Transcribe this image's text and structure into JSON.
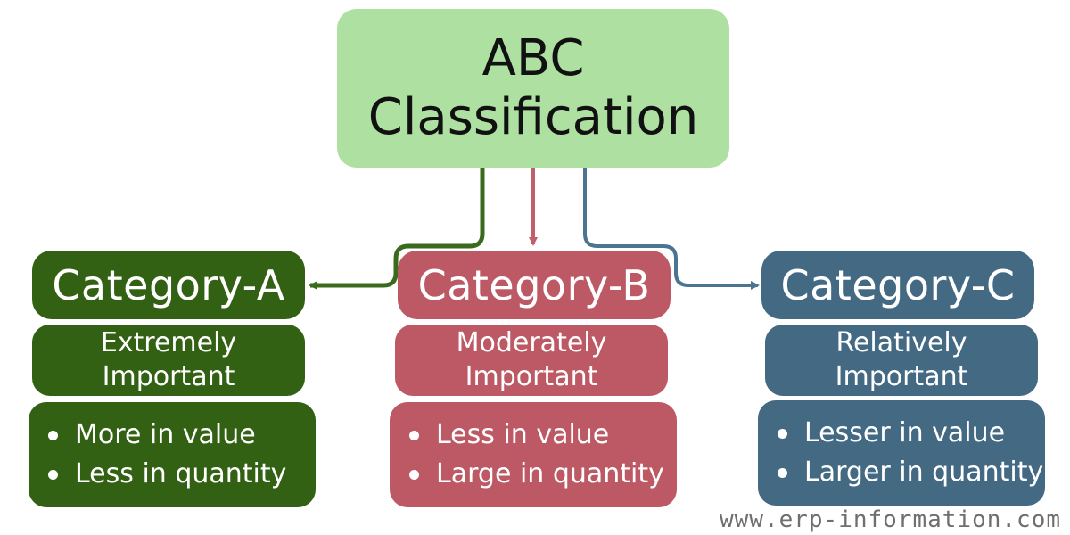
{
  "root": {
    "lines": [
      "ABC",
      "Classification"
    ],
    "color": "#aee0a2"
  },
  "categories": [
    {
      "title": "Category-A",
      "importance": [
        "Extremely",
        "Important"
      ],
      "bullets": [
        "More in value",
        "Less in quantity"
      ],
      "color": "#336114",
      "connector_color": "#3a6a1c"
    },
    {
      "title": "Category-B",
      "importance": [
        "Moderately",
        "Important"
      ],
      "bullets": [
        "Less in value",
        "Large in quantity"
      ],
      "color": "#bc5965",
      "connector_color": "#c0606a"
    },
    {
      "title": "Category-C",
      "importance": [
        "Relatively",
        "Important"
      ],
      "bullets": [
        "Lesser in value",
        "Larger in quantity"
      ],
      "color": "#436983",
      "connector_color": "#4b7493"
    }
  ],
  "watermark": "www.erp-information.com"
}
